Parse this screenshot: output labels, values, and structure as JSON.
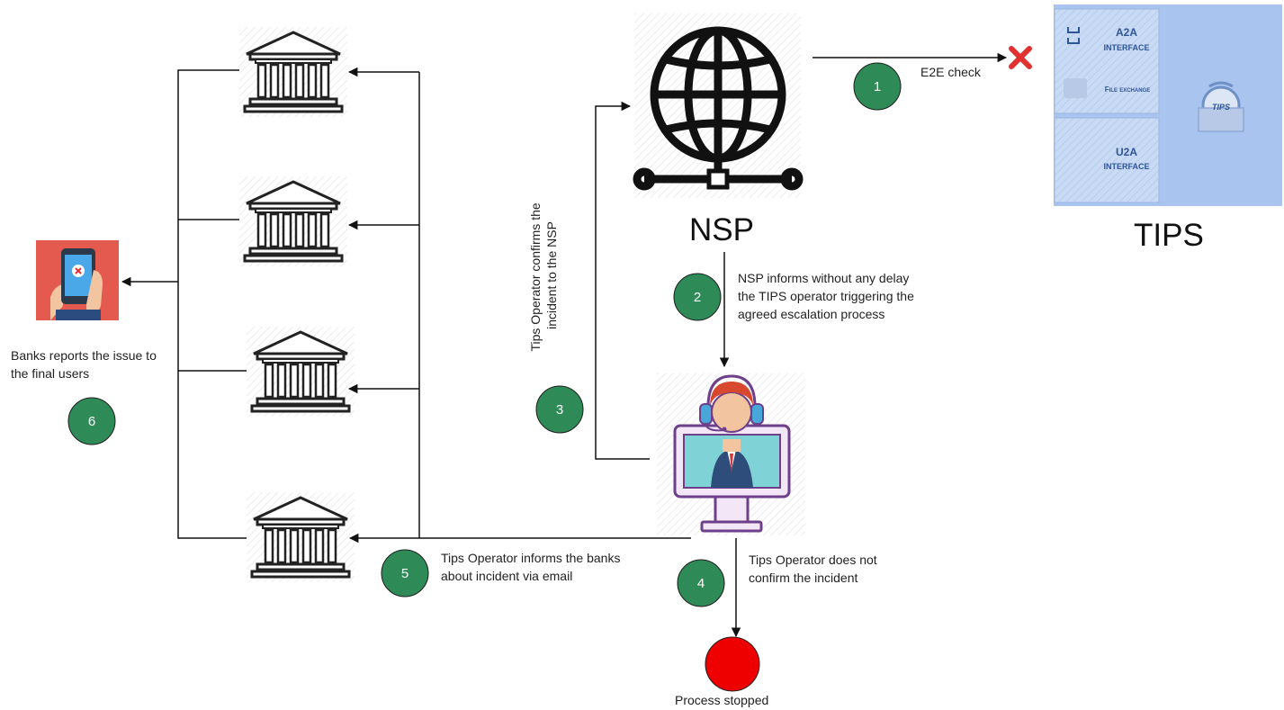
{
  "nsp": {
    "title": "NSP"
  },
  "tips": {
    "title": "TIPS",
    "a2a_label": "A2A",
    "a2a_sub": "INTERFACE",
    "file_exchange": "File exchange",
    "u2a_label": "U2A",
    "u2a_sub": "INTERFACE",
    "logo_text": "TIPS"
  },
  "steps": [
    {
      "number": "1",
      "text": "E2E check"
    },
    {
      "number": "2",
      "text": "NSP informs without any delay the TIPS operator triggering the agreed escalation process"
    },
    {
      "number": "3",
      "text": "Tips Operator confirms the incident to the NSP"
    },
    {
      "number": "4",
      "text": "Tips Operator does not confirm the incident"
    },
    {
      "number": "5",
      "text": "Tips Operator informs the banks about incident via email"
    },
    {
      "number": "6",
      "text": "Banks reports the issue to the final users"
    }
  ],
  "end_state": "Process stopped",
  "colors": {
    "step_circle": "#2e8b57",
    "stop_circle": "#ee0000",
    "error_x": "#e03030",
    "tips_panel": "#a9c4ee",
    "phone_bg": "#e55a4e"
  }
}
